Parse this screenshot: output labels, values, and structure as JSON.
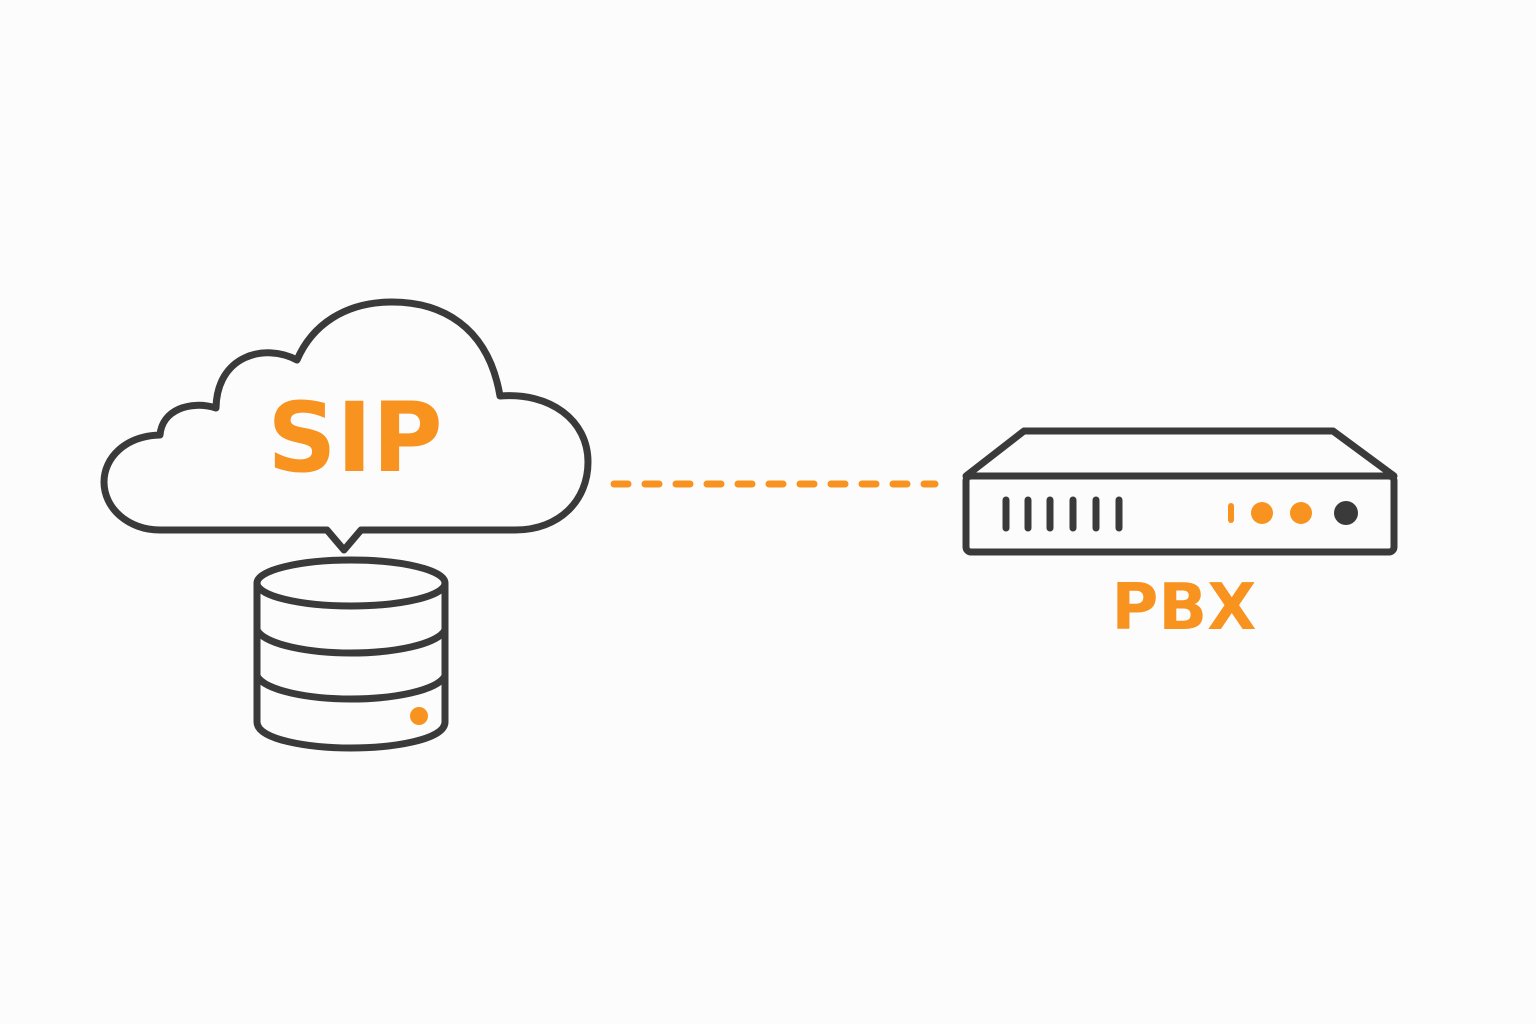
{
  "diagram": {
    "cloud_label": "SIP",
    "device_label": "PBX",
    "colors": {
      "background": "#fcfcfc",
      "outline": "#3a3a3a",
      "accent": "#f7931e"
    },
    "icons": {
      "cloud": "cloud-icon",
      "database": "database-icon",
      "device": "rack-server-icon",
      "connection": "dashed-connection-line"
    }
  }
}
